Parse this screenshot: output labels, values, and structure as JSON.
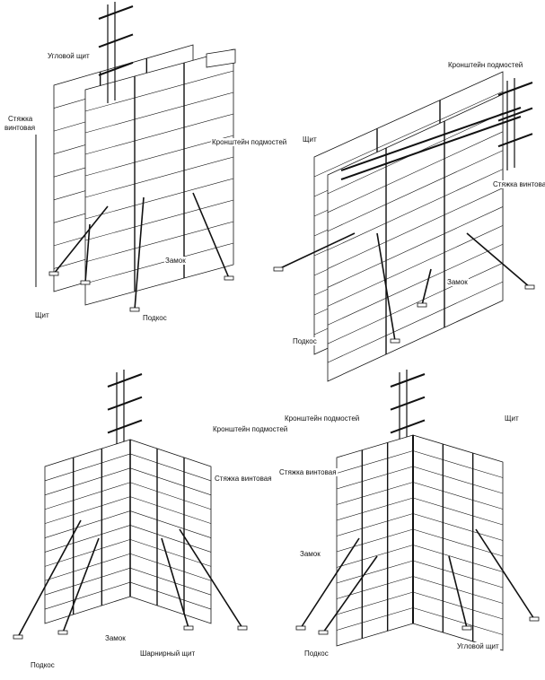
{
  "figures": [
    {
      "id": "wall-corner-top-left",
      "labels": {
        "corner_panel": "Угловой щит",
        "screw_tie_line1": "Стяжка",
        "screw_tie_line2": "винтовая",
        "scaffold_bracket": "Кронштейн подмостей",
        "lock": "Замок",
        "panel": "Щит",
        "brace": "Подкос"
      }
    },
    {
      "id": "wall-straight-top-right",
      "labels": {
        "scaffold_bracket": "Кронштейн подмостей",
        "panel": "Щит",
        "screw_tie": "Стяжка винтовая",
        "lock": "Замок",
        "brace": "Подкос"
      }
    },
    {
      "id": "outer-corner-bottom-left",
      "labels": {
        "scaffold_bracket": "Кронштейн подмостей",
        "screw_tie": "Стяжка винтовая",
        "lock": "Замок",
        "hinged_panel": "Шарнирный щит",
        "brace": "Подкос"
      }
    },
    {
      "id": "outer-corner-bottom-right",
      "labels": {
        "scaffold_bracket": "Кронштейн подмостей",
        "panel": "Щит",
        "screw_tie": "Стяжка винтовая",
        "lock": "Замок",
        "brace": "Подкос",
        "corner_panel": "Угловой щит"
      }
    }
  ],
  "colors": {
    "line": "#111111",
    "background": "#ffffff"
  }
}
